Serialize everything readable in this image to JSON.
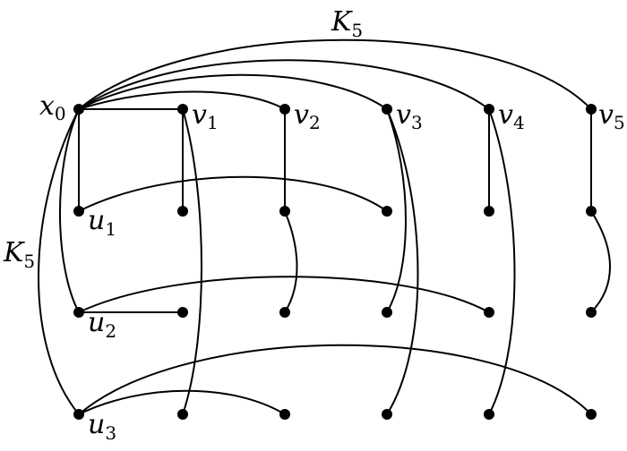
{
  "labels": {
    "k5_top": {
      "main": "K",
      "sub": "5"
    },
    "k5_left": {
      "main": "K",
      "sub": "5"
    },
    "x0": {
      "main": "x",
      "sub": "0"
    },
    "v1": {
      "main": "v",
      "sub": "1"
    },
    "v2": {
      "main": "v",
      "sub": "2"
    },
    "v3": {
      "main": "v",
      "sub": "3"
    },
    "v4": {
      "main": "v",
      "sub": "4"
    },
    "v5": {
      "main": "v",
      "sub": "5"
    },
    "u1": {
      "main": "u",
      "sub": "1"
    },
    "u2": {
      "main": "u",
      "sub": "2"
    },
    "u3": {
      "main": "u",
      "sub": "3"
    }
  }
}
